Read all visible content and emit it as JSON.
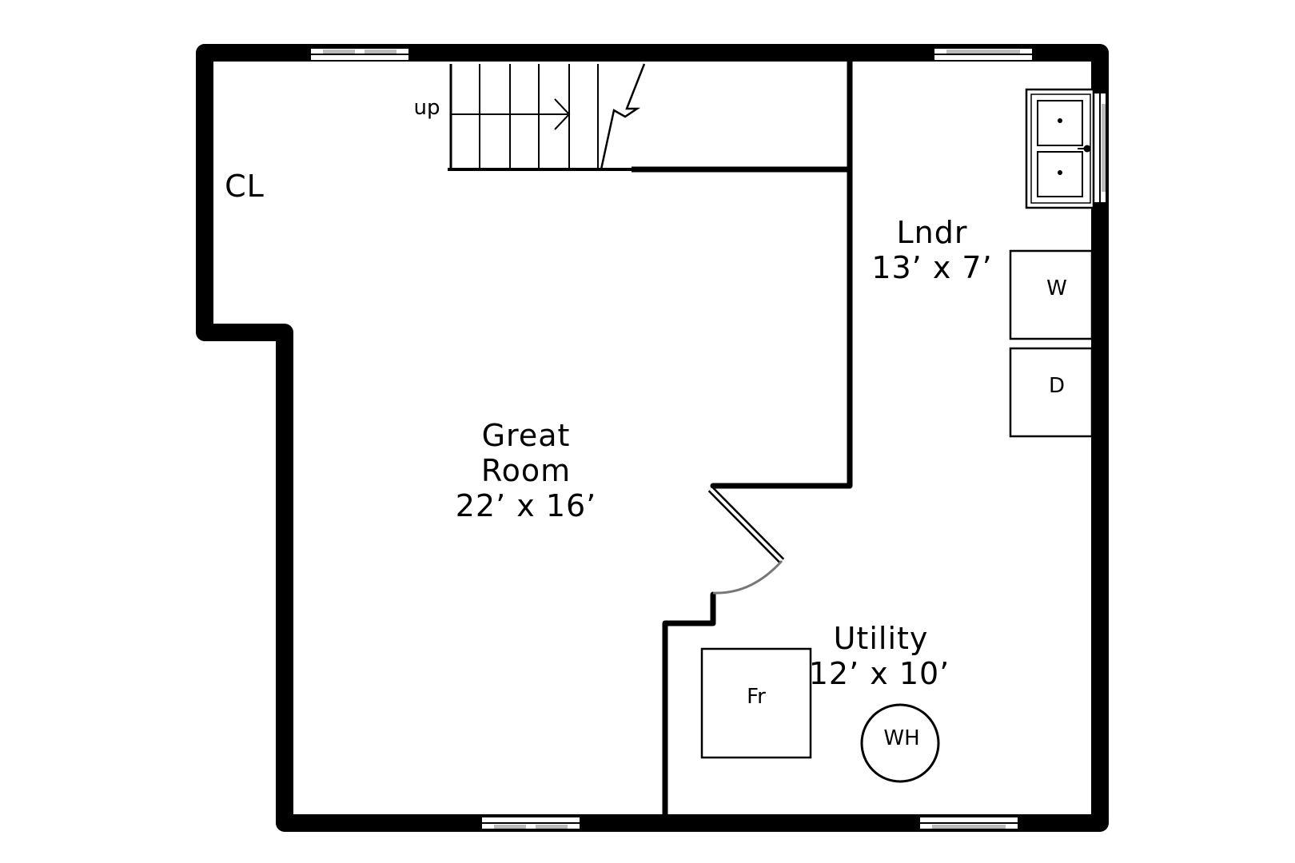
{
  "rooms": {
    "closet": {
      "name": "CL"
    },
    "great_room": {
      "name_line1": "Great",
      "name_line2": "Room",
      "dimensions": "22’ x 16’"
    },
    "laundry": {
      "name": "Lndr",
      "dimensions": "13’ x 7’"
    },
    "utility": {
      "name": "Utility",
      "dimensions": "12’ x 10’"
    }
  },
  "fixtures": {
    "washer": "W",
    "dryer": "D",
    "furnace": "Fr",
    "water_heater": "WH"
  },
  "stairs": {
    "direction": "up"
  }
}
